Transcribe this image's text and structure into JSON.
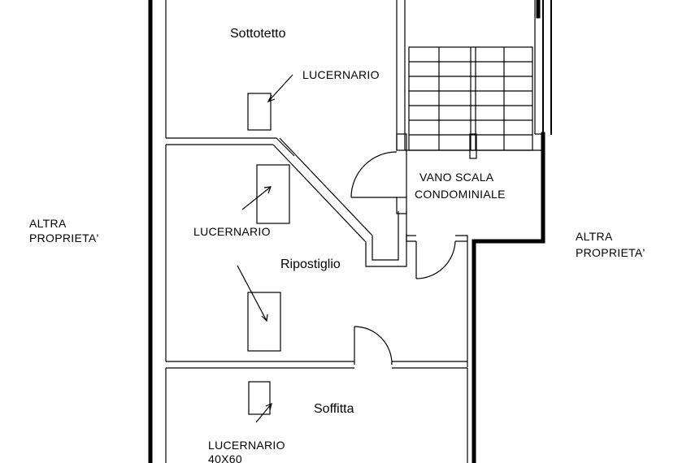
{
  "plan": {
    "rooms": {
      "sottotetto": "Sottotetto",
      "ripostiglio": "Ripostiglio",
      "soffitta": "Soffitta",
      "vano_scala_line1": "VANO SCALA",
      "vano_scala_line2": "CONDOMINIALE"
    },
    "neighbours": {
      "left_line1": "ALTRA",
      "left_line2": "PROPRIETA'",
      "right_line1": "ALTRA",
      "right_line2": "PROPRIETA'"
    },
    "skylights": {
      "top": "LUCERNARIO",
      "middle": "LUCERNARIO",
      "bottom_line1": "LUCERNARIO",
      "bottom_line2": "40X60"
    }
  }
}
